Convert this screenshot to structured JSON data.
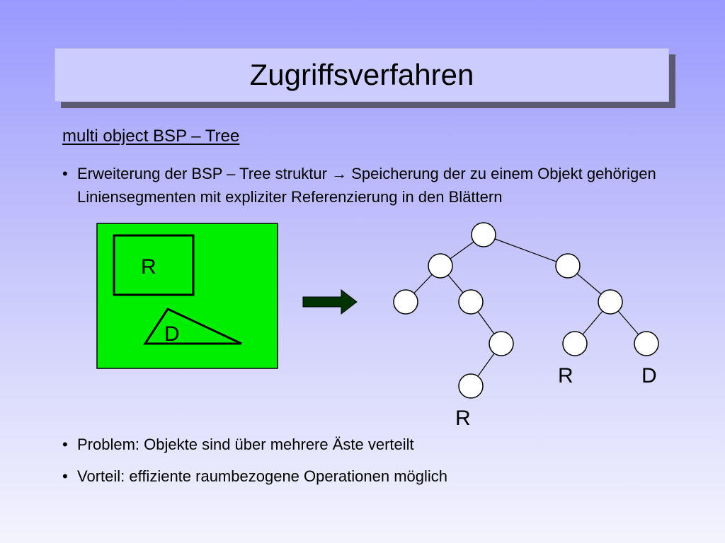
{
  "slide": {
    "title": "Zugriffsverfahren",
    "subtitle": "multi object BSP – Tree",
    "bullets": [
      {
        "marker": "•",
        "text": "Erweiterung der BSP – Tree struktur → Speicherung der zu einem Objekt gehörigen Liniensegmenten mit expliziter Referenzierung in den Blättern"
      },
      {
        "marker": "•",
        "text": "Problem: Objekte sind über mehrere Äste verteilt"
      },
      {
        "marker": "•",
        "text": "Vorteil: effiziente raumbezogene Operationen möglich"
      }
    ]
  },
  "diagram": {
    "scene": {
      "background_color": "#00ee00",
      "rect_label": "R",
      "triangle_label": "D"
    },
    "arrow_color": "#003300",
    "tree": {
      "leaf_labels": {
        "left_r": "R",
        "right_r": "R",
        "right_d": "D"
      }
    }
  },
  "colors": {
    "title_box": "#ccccff",
    "title_shadow": "#5a5a72"
  }
}
